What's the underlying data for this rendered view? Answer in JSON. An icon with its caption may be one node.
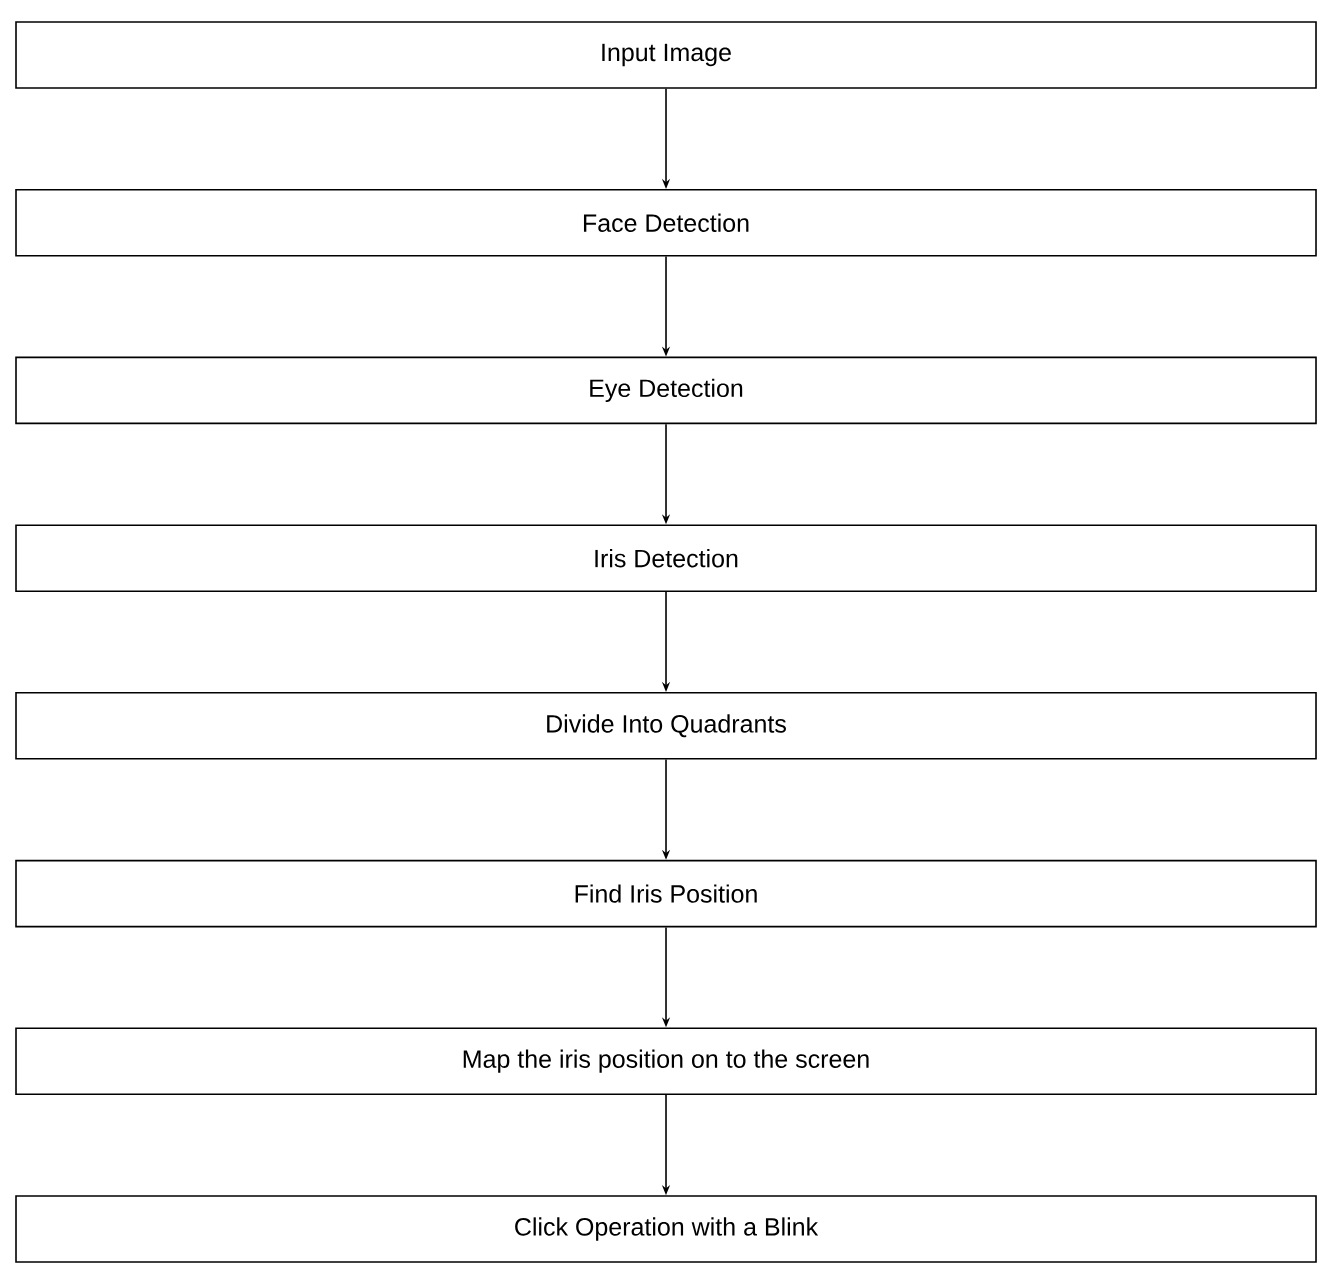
{
  "diagram": {
    "nodes": [
      {
        "text": [
          "Input Image"
        ]
      },
      {
        "text": [
          "Face Detection"
        ]
      },
      {
        "text": [
          "Eye Detection"
        ]
      },
      {
        "text": [
          "Iris Detection"
        ]
      },
      {
        "text": [
          "Divide Into Quadrants"
        ]
      },
      {
        "text": [
          "Find Iris Position"
        ]
      },
      {
        "text": [
          "Map the iris position on to the screen"
        ]
      },
      {
        "text": [
          "Click Operation with a Blink"
        ]
      }
    ],
    "edges": [
      {
        "from": 0,
        "to": 1,
        "arrow": "to"
      },
      {
        "from": 1,
        "to": 2,
        "arrow": "to"
      },
      {
        "from": 2,
        "to": 3,
        "arrow": "to"
      },
      {
        "from": 3,
        "to": 4,
        "arrow": "to"
      },
      {
        "from": 4,
        "to": 5,
        "arrow": "to"
      },
      {
        "from": 5,
        "to": 6,
        "arrow": "to"
      },
      {
        "from": 6,
        "to": 7,
        "arrow": "to"
      }
    ]
  }
}
